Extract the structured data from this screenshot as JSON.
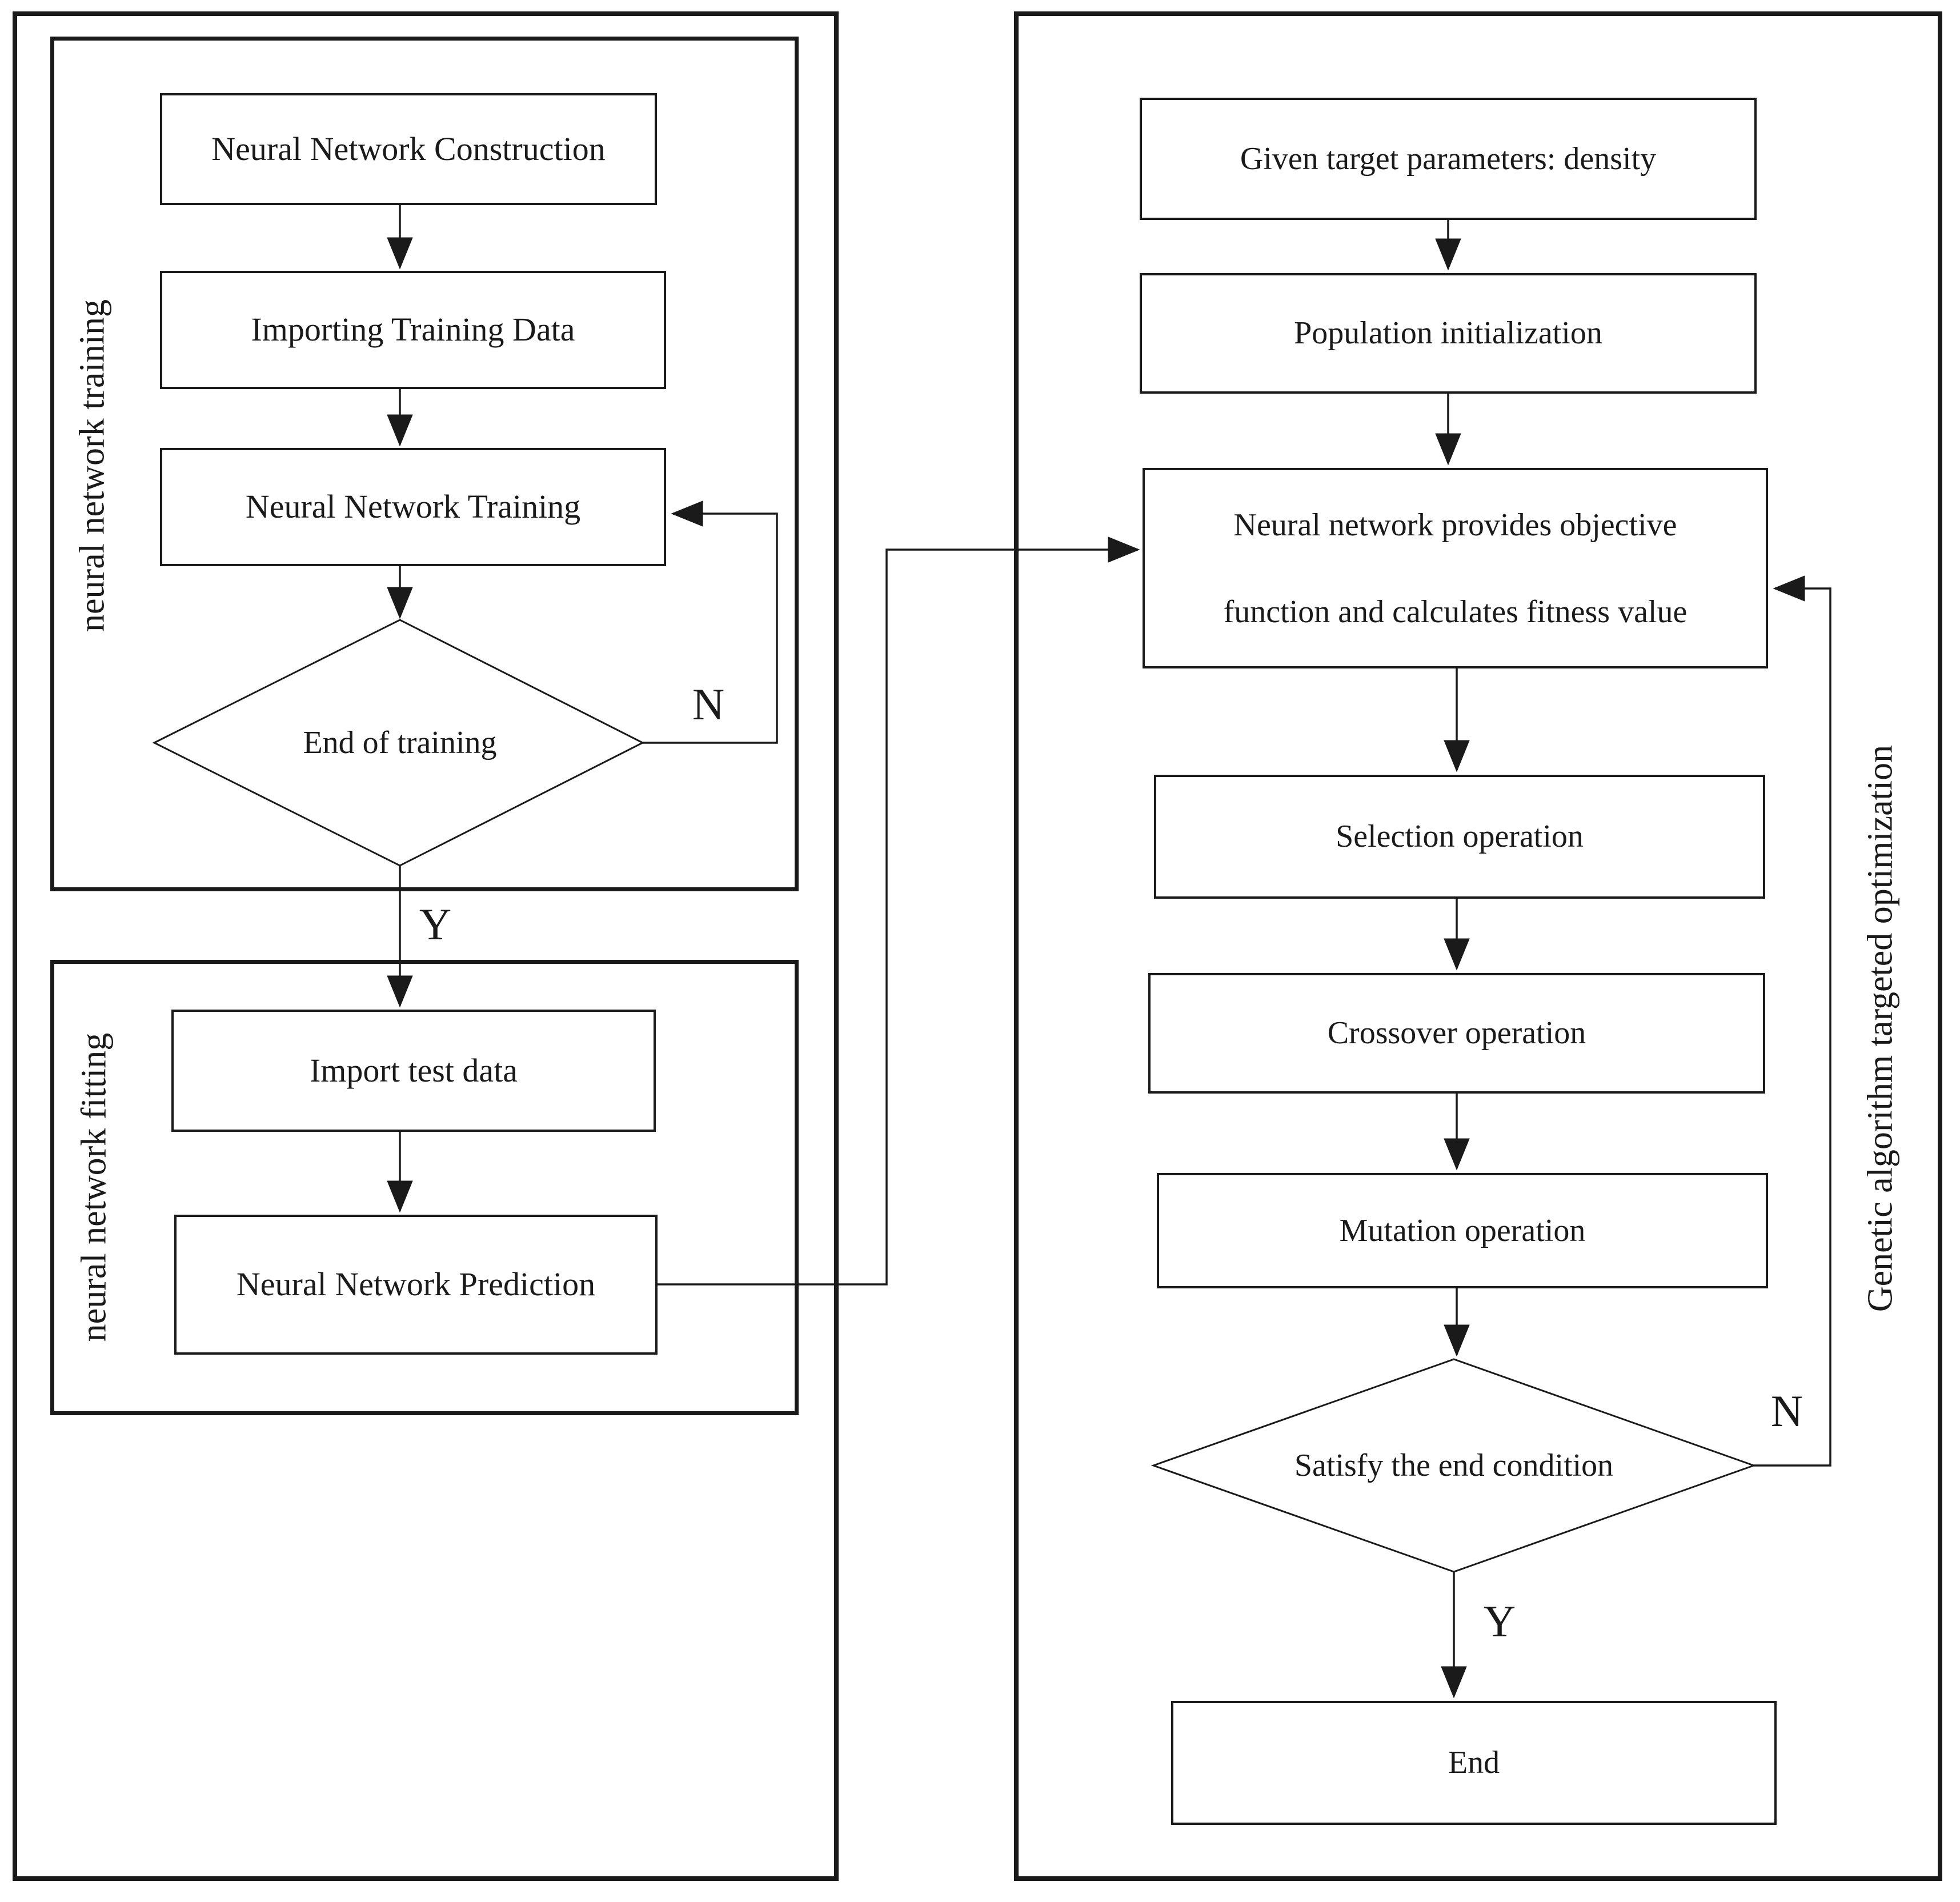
{
  "colors": {
    "ink": "#1a1a1a",
    "paper": "#ffffff"
  },
  "left_panel": {
    "training": {
      "group_label": "neural network training",
      "steps": [
        "Neural Network Construction",
        "Importing Training Data",
        "Neural Network Training"
      ],
      "decision": "End of training",
      "decision_no": "N",
      "decision_yes": "Y"
    },
    "fitting": {
      "group_label": "neural network fitting",
      "steps": [
        "Import test data",
        "Neural Network Prediction"
      ]
    }
  },
  "right_panel": {
    "group_label": "Genetic algorithm targeted optimization",
    "steps": [
      "Given target parameters: density",
      "Population initialization"
    ],
    "objective": {
      "line1": "Neural network provides objective",
      "line2": "function and calculates fitness value"
    },
    "operations": [
      "Selection operation",
      "Crossover operation",
      "Mutation operation"
    ],
    "decision": "Satisfy the end condition",
    "decision_no": "N",
    "decision_yes": "Y",
    "terminal": "End"
  }
}
